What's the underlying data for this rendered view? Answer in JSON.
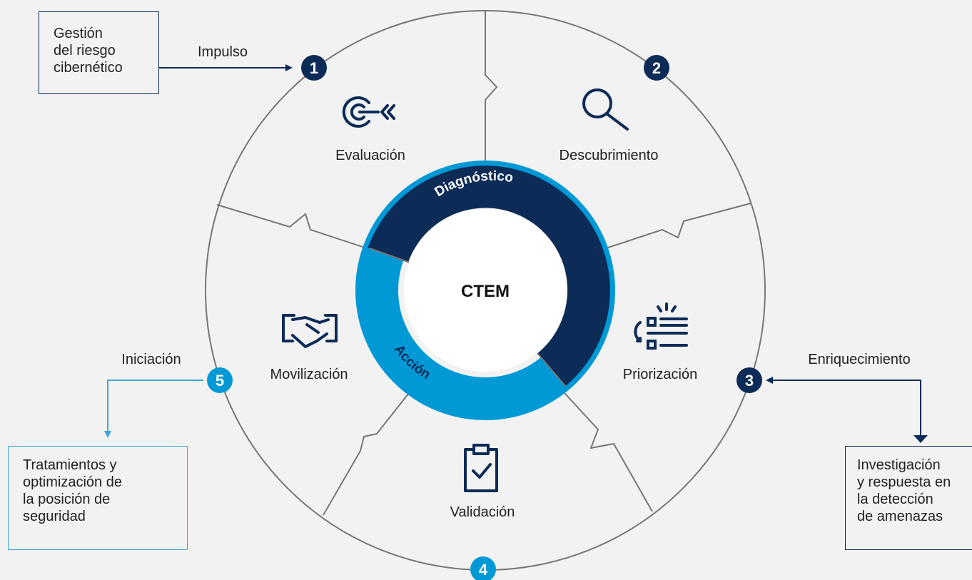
{
  "center_label": "CTEM",
  "ring": {
    "diagnostic_label": "Diagnóstico",
    "action_label": "Acción",
    "diagnostic_color": "#0d2b57",
    "action_color": "#0099d6"
  },
  "stages": [
    {
      "number": "1",
      "label": "Evaluación",
      "icon": "target-arrow-icon"
    },
    {
      "number": "2",
      "label": "Descubrimiento",
      "icon": "magnifier-icon"
    },
    {
      "number": "3",
      "label": "Priorización",
      "icon": "priority-list-icon"
    },
    {
      "number": "4",
      "label": "Validación",
      "icon": "clipboard-check-icon"
    },
    {
      "number": "5",
      "label": "Movilización",
      "icon": "handshake-icon"
    }
  ],
  "connectors": {
    "impulse": "Impulso",
    "enrichment": "Enriquecimiento",
    "initiation": "Iniciación"
  },
  "boxes": {
    "risk_management": [
      "Gestión",
      "del riesgo",
      "cibernético"
    ],
    "treatments": [
      "Tratamientos y",
      "optimización de",
      "la posición de",
      "seguridad"
    ],
    "investigation": [
      "Investigación",
      "y respuesta en",
      "la detección",
      "de amenazas"
    ]
  }
}
